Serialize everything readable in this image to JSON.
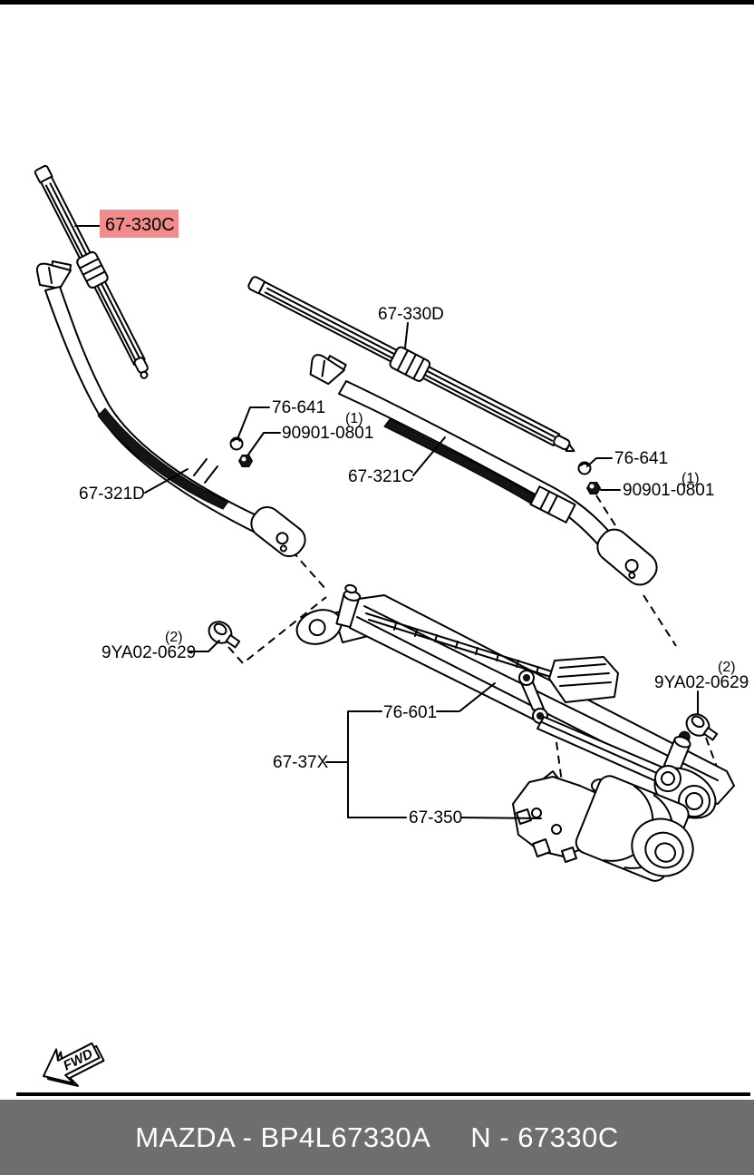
{
  "colors": {
    "highlight": "#f28c8c",
    "line": "#000000",
    "footer_bg": "#6e6e6e",
    "footer_text": "#ffffff"
  },
  "labels": {
    "blade_left": "67-330C",
    "blade_right": "67-330D",
    "arm_left": "67-321D",
    "arm_right": "67-321C",
    "cap_left": "76-641",
    "cap_right": "76-641",
    "nut_qty_left": "(1)",
    "nut_left": "90901-0801",
    "nut_qty_right": "(1)",
    "nut_right": "90901-0801",
    "bolt_qty_left": "(2)",
    "bolt_left": "9YA02-0629",
    "bolt_qty_right": "(2)",
    "bolt_right": "9YA02-0629",
    "linkage": "76-601",
    "pivot_group": "67-37X",
    "motor": "67-350",
    "fwd": "FWD"
  },
  "footer": {
    "brand_part": "MAZDA - BP4L67330A",
    "catalog_ref": "N - 67330C"
  }
}
